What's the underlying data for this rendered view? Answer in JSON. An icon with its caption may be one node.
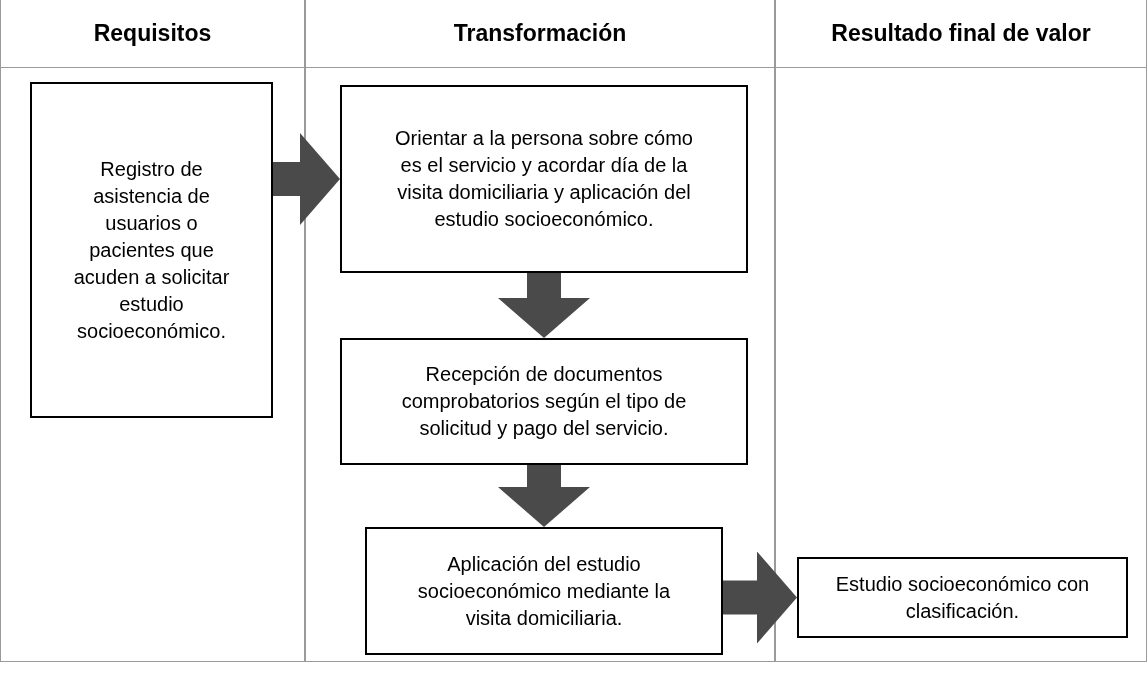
{
  "diagram": {
    "nodes": [
      {
        "text": [
          "Requisitos"
        ]
      },
      {
        "text": [
          "Registro de asistencia de usuarios o pacientes que acuden a solicitar estudio socioeconómico."
        ],
        "in": 0
      },
      {
        "text": [
          "Transformación"
        ]
      },
      {
        "text": [
          "Orientar a la persona sobre cómo es el servicio y acordar día de la visita domiciliaria y aplicación del estudio socioeconómico."
        ],
        "in": 2
      },
      {
        "text": [
          "Recepción de documentos comprobatorios según el tipo de solicitud y pago del servicio."
        ],
        "in": 2
      },
      {
        "text": [
          "Aplicación del estudio socioeconómico mediante la visita domiciliaria."
        ],
        "in": 2
      },
      {
        "text": [
          "Resultado final de valor"
        ]
      },
      {
        "text": [
          "Estudio socioeconómico con clasificación."
        ],
        "in": 6
      }
    ],
    "edges": [
      {
        "from": 1,
        "to": 3,
        "arrow": "to"
      },
      {
        "from": 3,
        "to": 4,
        "arrow": "to"
      },
      {
        "from": 4,
        "to": 5,
        "arrow": "to"
      },
      {
        "from": 5,
        "to": 7,
        "arrow": "to"
      }
    ]
  }
}
